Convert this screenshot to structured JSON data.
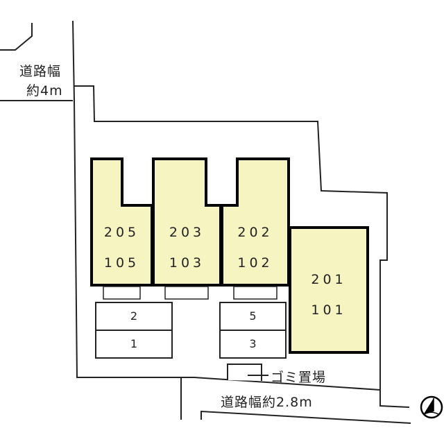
{
  "colors": {
    "building_fill": "#f6f5c2",
    "building_stroke": "#000000",
    "line": "#222222",
    "background": "#ffffff"
  },
  "roads": {
    "west": {
      "line1": "道路幅",
      "line2": "約4m"
    },
    "south": {
      "label": "道路幅約2.8m"
    }
  },
  "buildings": [
    {
      "id": "bldg-205-105",
      "upper": "205",
      "lower": "105"
    },
    {
      "id": "bldg-203-103",
      "upper": "203",
      "lower": "103"
    },
    {
      "id": "bldg-202-102",
      "upper": "202",
      "lower": "102"
    },
    {
      "id": "bldg-201-101",
      "upper": "201",
      "lower": "101"
    }
  ],
  "parking": {
    "left": [
      "2",
      "1"
    ],
    "right": [
      "5",
      "3"
    ]
  },
  "facilities": {
    "garbage": "ゴミ置場"
  },
  "compass": {
    "icon": "north-arrow-icon"
  }
}
